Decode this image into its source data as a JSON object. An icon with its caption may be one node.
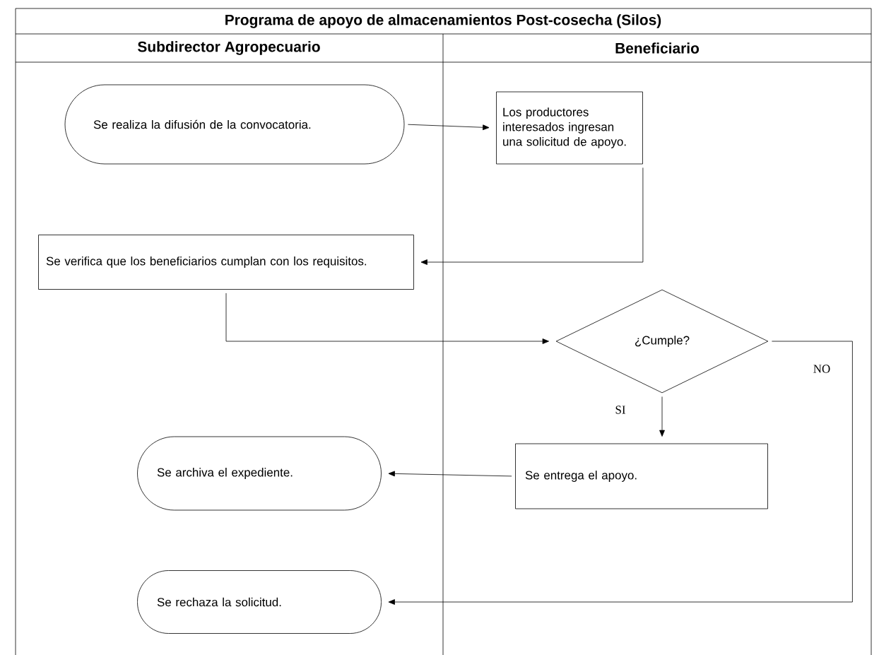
{
  "diagram": {
    "title": "Programa de apoyo de almacenamientos Post-cosecha (Silos)",
    "nodes": [
      {
        "text": [
          "Se realiza la difusión de la convocatoria."
        ]
      },
      {
        "text": [
          "Los productores interesados ingresan una solicitud de apoyo."
        ]
      },
      {
        "text": [
          "Se verifica que los beneficiarios cumplan con los requisitos."
        ]
      },
      {
        "text": [
          "¿Cumple?"
        ]
      },
      {
        "text": [
          "Se entrega el apoyo."
        ]
      },
      {
        "text": [
          "Se archiva el expediente."
        ]
      },
      {
        "text": [
          "Se rechaza la solicitud."
        ]
      }
    ],
    "edges": [
      {
        "from": 0,
        "to": 1,
        "arrow": "to"
      },
      {
        "from": 1,
        "to": 2,
        "arrow": "to"
      },
      {
        "from": 2,
        "to": 3,
        "arrow": "to"
      },
      {
        "from": 3,
        "to": 4,
        "arrow": "to",
        "label": "SI"
      },
      {
        "from": 4,
        "to": 5,
        "arrow": "to"
      },
      {
        "from": 3,
        "to": 6,
        "arrow": "to",
        "label": "NO"
      }
    ],
    "labels": [
      "Subdirector Agropecuario",
      "Beneficiario"
    ]
  }
}
